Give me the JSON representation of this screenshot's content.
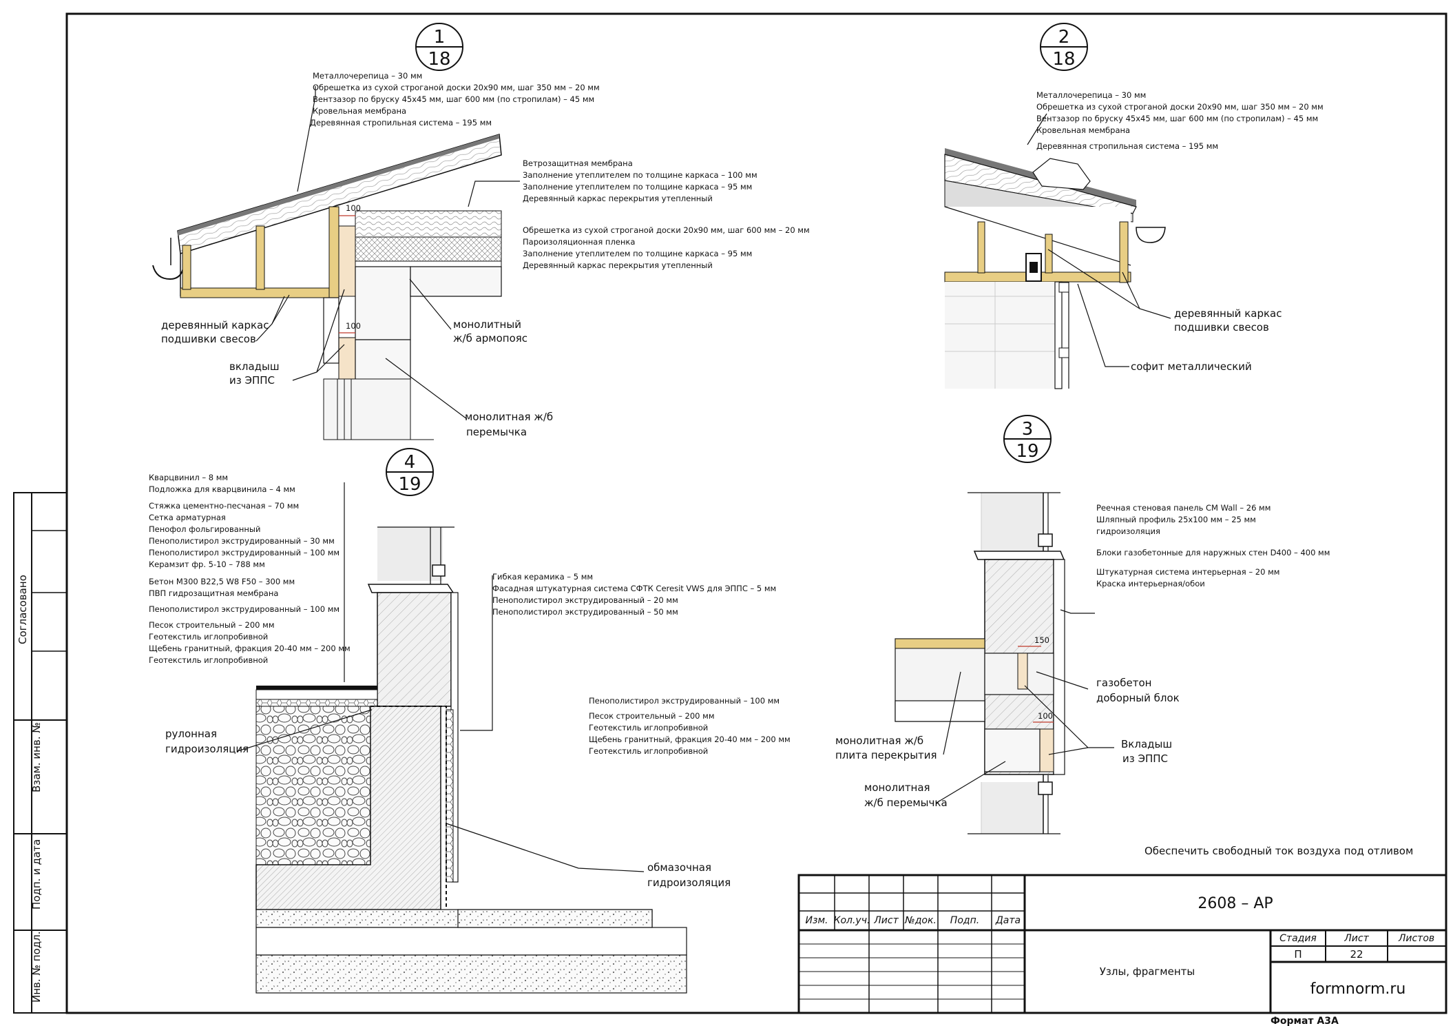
{
  "callouts": {
    "c1": {
      "top": "1",
      "bottom": "18"
    },
    "c2": {
      "top": "2",
      "bottom": "18"
    },
    "c3": {
      "top": "3",
      "bottom": "19"
    },
    "c4": {
      "top": "4",
      "bottom": "19"
    }
  },
  "node1": {
    "roof_layers": [
      "Металлочерепица – 30 мм",
      "Обрешетка из сухой строганой доски 20х90 мм, шаг 350 мм – 20 мм",
      "Вентзазор по бруску 45х45 мм, шаг 600 мм (по стропилам) – 45 мм",
      "Кровельная мембрана",
      "Деревянная стропильная система – 195 мм"
    ],
    "ceiling_layers_a": [
      "Ветрозащитная мембрана",
      "Заполнение утеплителем по толщине каркаса – 100 мм",
      "Заполнение утеплителем по толщине каркаса – 95 мм",
      "Деревянный каркас перекрытия утепленный"
    ],
    "ceiling_layers_b": [
      "Обрешетка из сухой строганой доски 20х90 мм, шаг 600 мм – 20 мм",
      "Пароизоляционная пленка",
      "Заполнение утеплителем по толщине каркаса – 95 мм",
      "Деревянный каркас перекрытия утепленный"
    ],
    "dim_top": "100",
    "dim_bottom": "100",
    "label_frame": [
      "деревянный каркас",
      "подшивки свесов"
    ],
    "label_insert": [
      "вкладыш",
      "из ЭППС"
    ],
    "label_belt": [
      "монолитный",
      "ж/б армопояс"
    ],
    "label_lintel": [
      "монолитная ж/б",
      "перемычка"
    ]
  },
  "node2": {
    "roof_layers": [
      "Металлочерепица – 30 мм",
      "Обрешетка из сухой строганой доски 20х90 мм, шаг 350 мм – 20 мм",
      "Вентзазор по бруску 45х45 мм, шаг 600 мм (по стропилам) – 45 мм",
      "Кровельная мембрана",
      "Деревянная стропильная система – 195 мм"
    ],
    "label_frame": [
      "деревянный каркас",
      "подшивки свесов"
    ],
    "label_soffit": "софит металлический"
  },
  "node3": {
    "wall_layers": [
      "Реечная стеновая панель CM Wall – 26 мм",
      "Шляпный профиль 25х100 мм – 25 мм",
      "гидроизоляция",
      "",
      "Блоки газобетонные для наружных стен D400 – 400 мм",
      "",
      "Штукатурная система интерьерная – 20 мм",
      "Краска интерьерная/обои"
    ],
    "dim_top": "150",
    "dim_bottom": "100",
    "label_aerated": [
      "газобетон",
      "доборный блок"
    ],
    "label_insert": [
      "Вкладыш",
      "из ЭППС"
    ],
    "label_slab": [
      "монолитная ж/б",
      "плита перекрытия"
    ],
    "label_lintel": [
      "монолитная",
      "ж/б перемычка"
    ],
    "note": "Обеспечить свободный ток воздуха под отливом"
  },
  "node4": {
    "floor_layers": [
      "Кварцвинил – 8 мм",
      "Подложка для кварцвинила – 4 мм",
      "Стяжка цементно-песчаная – 70 мм",
      "Сетка арматурная",
      "Пенофол фольгированный",
      "Пенополистирол экструдированный – 30 мм",
      "Пенополистирол экструдированный – 100 мм",
      "Керамзит фр. 5-10 – 788 мм",
      "Бетон М300 В22,5 W8 F50 – 300 мм",
      "ПВП гидрозащитная мембрана",
      "Пенополистирол экструдированный – 100 мм",
      "Песок строительный – 200 мм",
      "Геотекстиль иглопробивной",
      "Щебень гранитный, фракция 20-40 мм – 200 мм",
      "Геотекстиль иглопробивной"
    ],
    "facade_layers": [
      "Гибкая керамика – 5 мм",
      "Фасадная штукатурная система СФТК Ceresit VWS для ЭППС – 5 мм",
      "Пенополистирол экструдированный – 20 мм",
      "Пенополистирол экструдированный – 50 мм"
    ],
    "blind_area_layers": [
      "Пенополистирол экструдированный – 100 мм",
      "Песок строительный – 200 мм",
      "Геотекстиль иглопробивной",
      "Щебень гранитный, фракция 20-40 мм – 200 мм",
      "Геотекстиль иглопробивной"
    ],
    "label_roll": [
      "рулонная",
      "гидроизоляция"
    ],
    "label_coat": [
      "обмазочная",
      "гидроизоляция"
    ]
  },
  "side_stamps": {
    "agreed": "Согласовано",
    "inv_no": "Взам. инв. №",
    "sign_date": "Подп. и дата",
    "inv_orig": "Инв. № подл."
  },
  "title_block": {
    "cols": [
      "Изм.",
      "Кол.уч.",
      "Лист",
      "№док.",
      "Подп.",
      "Дата"
    ],
    "code": "2608 – АР",
    "sheet_title": "Узлы, фрагменты",
    "stage_label": "Стадия",
    "sheet_label": "Лист",
    "sheets_label": "Листов",
    "stage": "П",
    "sheet": "22",
    "sheets": "",
    "company": "formnorm.ru",
    "format": "Формат А3А"
  },
  "colors": {
    "wood": "#E8CE84",
    "ink": "#111111",
    "concrete": "#EEEEEE",
    "dim": "#C0392B",
    "insert": "#F5E3C8"
  }
}
